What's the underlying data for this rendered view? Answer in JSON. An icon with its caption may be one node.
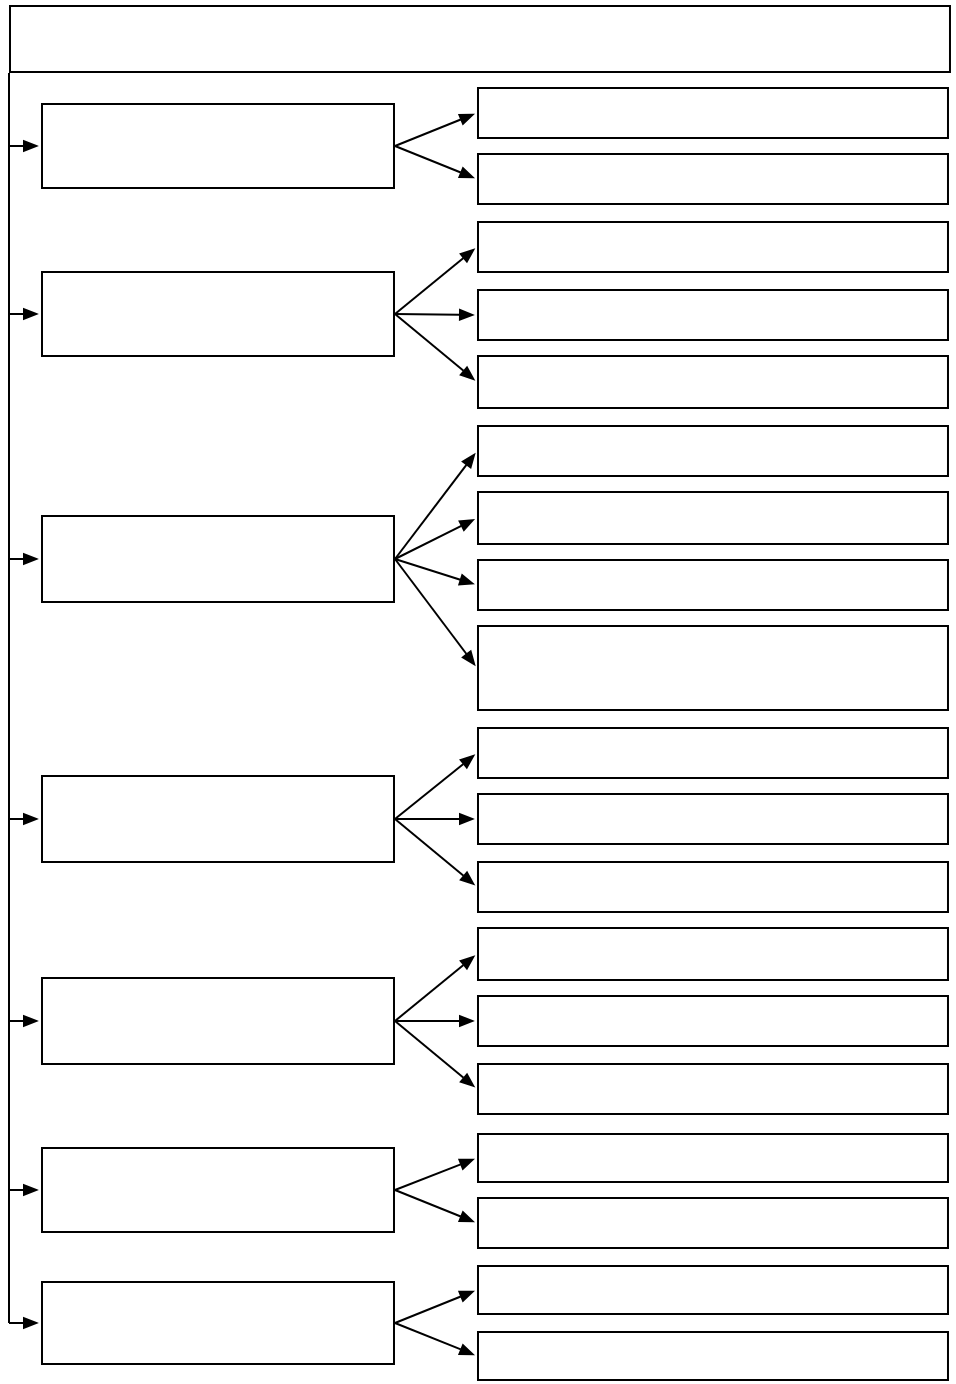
{
  "diagram": {
    "nodes": [
      {
        "text": [],
        "shape": "box"
      },
      {
        "text": [],
        "shape": "box"
      },
      {
        "text": [],
        "shape": "box"
      },
      {
        "text": [],
        "shape": "box"
      },
      {
        "text": [],
        "shape": "box"
      },
      {
        "text": [],
        "shape": "box"
      },
      {
        "text": [],
        "shape": "box"
      },
      {
        "text": [],
        "shape": "box"
      },
      {
        "text": [],
        "shape": "box"
      },
      {
        "text": [],
        "shape": "box"
      },
      {
        "text": [],
        "shape": "box"
      },
      {
        "text": [],
        "shape": "box"
      },
      {
        "text": [],
        "shape": "box"
      },
      {
        "text": [],
        "shape": "box"
      },
      {
        "text": [],
        "shape": "box"
      },
      {
        "text": [],
        "shape": "box"
      },
      {
        "text": [],
        "shape": "box"
      },
      {
        "text": [],
        "shape": "box"
      },
      {
        "text": [],
        "shape": "box"
      },
      {
        "text": [],
        "shape": "box"
      },
      {
        "text": [],
        "shape": "box"
      },
      {
        "text": [],
        "shape": "box"
      },
      {
        "text": [],
        "shape": "box"
      },
      {
        "text": [],
        "shape": "box"
      },
      {
        "text": [],
        "shape": "box"
      },
      {
        "text": [],
        "shape": "box"
      },
      {
        "text": [],
        "shape": "box"
      }
    ],
    "edges": [
      {
        "from": 0,
        "to": 1,
        "arrow": "to"
      },
      {
        "from": 0,
        "to": 4,
        "arrow": "to"
      },
      {
        "from": 0,
        "to": 8,
        "arrow": "to"
      },
      {
        "from": 0,
        "to": 13,
        "arrow": "to"
      },
      {
        "from": 0,
        "to": 17,
        "arrow": "to"
      },
      {
        "from": 0,
        "to": 21,
        "arrow": "to"
      },
      {
        "from": 0,
        "to": 24,
        "arrow": "to"
      },
      {
        "from": 1,
        "to": 2,
        "arrow": "to"
      },
      {
        "from": 1,
        "to": 3,
        "arrow": "to"
      },
      {
        "from": 4,
        "to": 5,
        "arrow": "to"
      },
      {
        "from": 4,
        "to": 6,
        "arrow": "to"
      },
      {
        "from": 4,
        "to": 7,
        "arrow": "to"
      },
      {
        "from": 8,
        "to": 9,
        "arrow": "to"
      },
      {
        "from": 8,
        "to": 10,
        "arrow": "to"
      },
      {
        "from": 8,
        "to": 11,
        "arrow": "to"
      },
      {
        "from": 8,
        "to": 12,
        "arrow": "to"
      },
      {
        "from": 13,
        "to": 14,
        "arrow": "to"
      },
      {
        "from": 13,
        "to": 15,
        "arrow": "to"
      },
      {
        "from": 13,
        "to": 16,
        "arrow": "to"
      },
      {
        "from": 17,
        "to": 18,
        "arrow": "to"
      },
      {
        "from": 17,
        "to": 19,
        "arrow": "to"
      },
      {
        "from": 17,
        "to": 20,
        "arrow": "to"
      },
      {
        "from": 21,
        "to": 22,
        "arrow": "to"
      },
      {
        "from": 21,
        "to": 23,
        "arrow": "to"
      },
      {
        "from": 24,
        "to": 25,
        "arrow": "to"
      },
      {
        "from": 24,
        "to": 26,
        "arrow": "to"
      }
    ]
  }
}
